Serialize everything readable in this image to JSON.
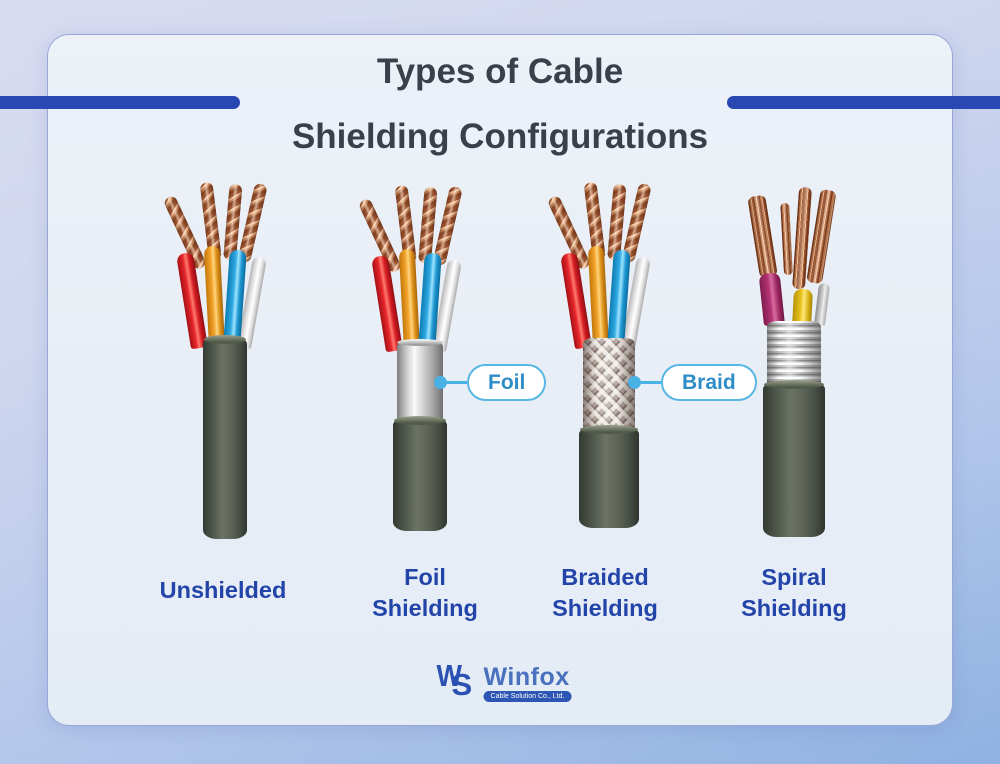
{
  "title": {
    "line1": "Types of Cable",
    "line2": "Shielding Configurations"
  },
  "callouts": {
    "foil": "Foil",
    "braid": "Braid"
  },
  "cables": [
    {
      "id": "unshielded",
      "lines": [
        "Unshielded"
      ]
    },
    {
      "id": "foil-shielding",
      "lines": [
        "Foil",
        "Shielding"
      ]
    },
    {
      "id": "braided-shielding",
      "lines": [
        "Braided",
        "Shielding"
      ]
    },
    {
      "id": "spiral-shielding",
      "lines": [
        "Spiral",
        "Shielding"
      ]
    }
  ],
  "logo": {
    "monogram_w": "W",
    "monogram_s": "S",
    "name": "Winfox",
    "tagline": "Cable Solution Co., Ltd."
  },
  "colors": {
    "accent_bar_blue": "#2a48b4",
    "title_text": "#3a4049",
    "label_blue": "#2344a9",
    "callout_accent": "#49b1e4",
    "callout_text": "#2e8cc6",
    "card_background": "#e9eef6",
    "page_background_top": "#d8dcf1",
    "page_background_bottom": "#8fb1e2",
    "jacket_olive": "#59604f",
    "foil_silver": "#d6d6d6",
    "braid_taupe": "#8f827c",
    "copper": "#c5845a",
    "wire_red": "#e02127",
    "wire_orange": "#f2a32b",
    "wire_blue": "#2fa9e2",
    "wire_white": "#efefef",
    "wire_magenta": "#b23273",
    "wire_yellow": "#eac31e"
  }
}
